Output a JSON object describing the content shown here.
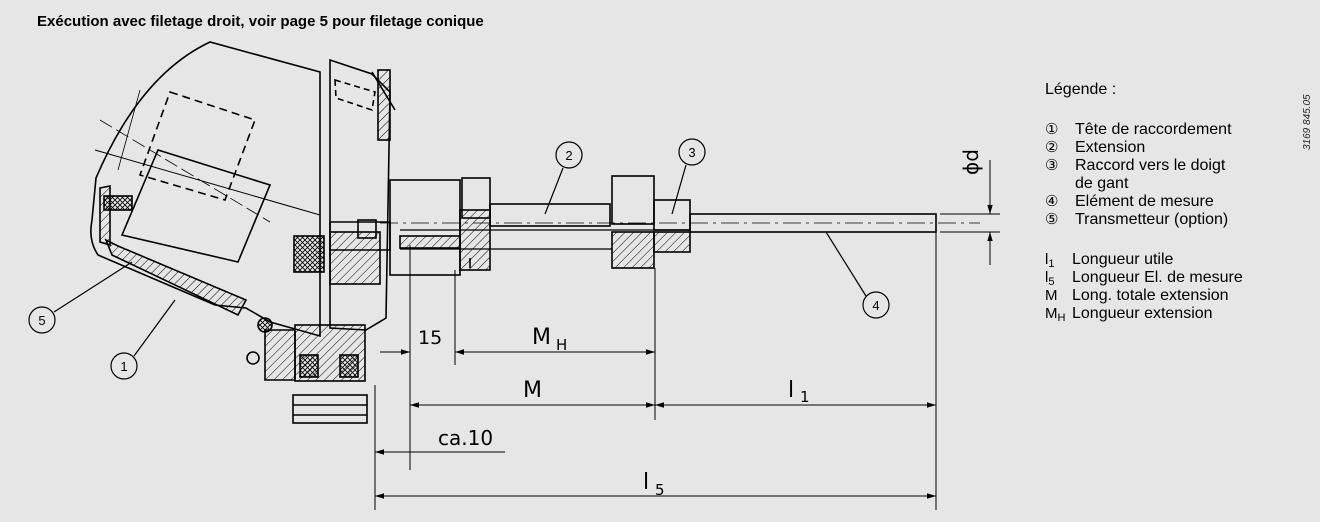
{
  "title": "Exécution avec filetage droit, voir page 5 pour filetage conique",
  "ref_code": "3169 845.05",
  "labels": {
    "dim_15": "15",
    "dim_MH_main": "M",
    "dim_MH_sub": "H",
    "dim_M": "M",
    "dim_l1_main": "l",
    "dim_l1_sub": "1",
    "dim_ca10": "ca.10",
    "dim_l5_main": "l",
    "dim_l5_sub": "5",
    "dim_phid": "ϕd",
    "callout_1": "1",
    "callout_2": "2",
    "callout_3": "3",
    "callout_4": "4",
    "callout_5": "5"
  },
  "legend": {
    "title": "Légende :",
    "items": [
      {
        "symbol": "①",
        "text": "Tête de raccordement"
      },
      {
        "symbol": "②",
        "text": "Extension"
      },
      {
        "symbol": "③",
        "text": "Raccord vers le doigt"
      },
      {
        "symbol": "",
        "text": "de gant"
      },
      {
        "symbol": "④",
        "text": "Elément de mesure"
      },
      {
        "symbol": "⑤",
        "text": "Transmetteur (option)"
      }
    ],
    "abbreviations": [
      {
        "main": "l",
        "sub": "1",
        "text": "Longueur utile"
      },
      {
        "main": "l",
        "sub": "5",
        "text": "Longueur El. de mesure"
      },
      {
        "main": "M",
        "sub": "",
        "text": "Long. totale extension"
      },
      {
        "main": "M",
        "sub": "H",
        "text": "Longueur extension"
      }
    ]
  }
}
